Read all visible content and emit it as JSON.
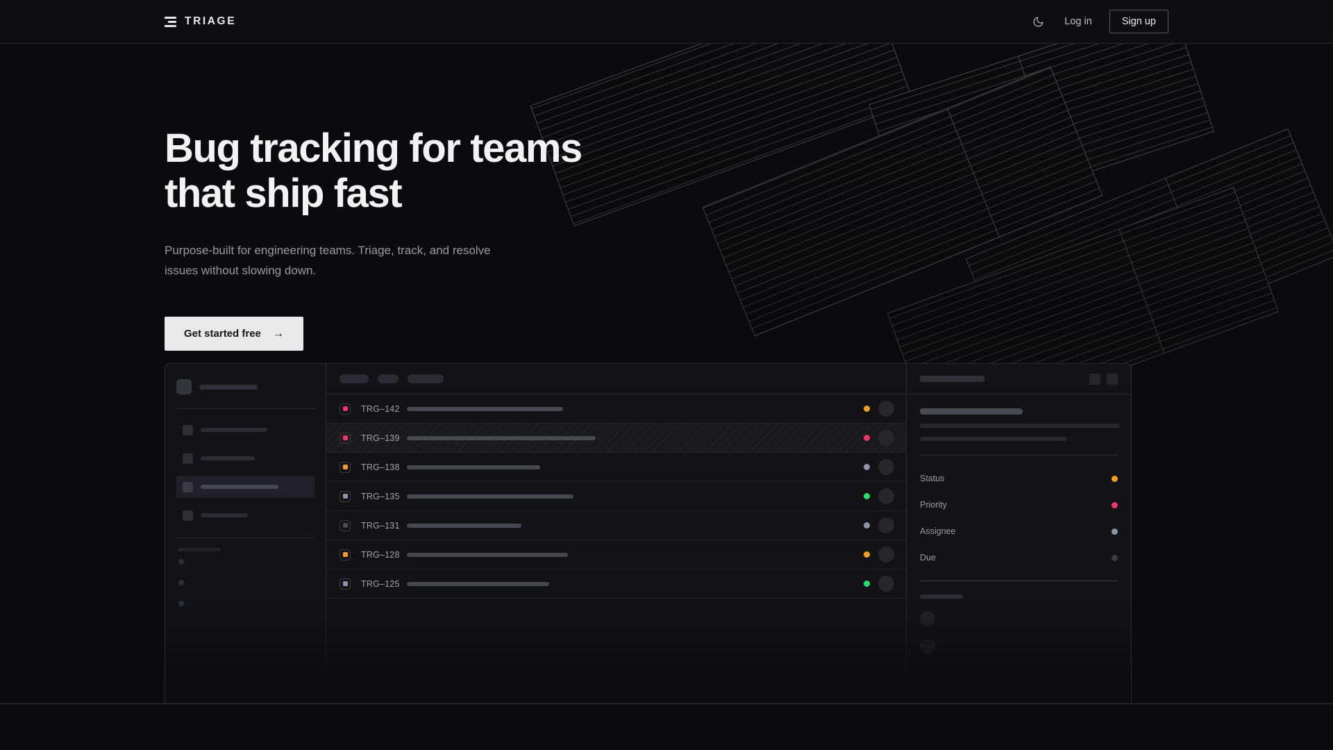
{
  "brand": {
    "name": "TRIAGE",
    "logo_icon": "stacked-bars-icon"
  },
  "nav": {
    "theme_toggle_icon": "moon-icon",
    "login_label": "Log in",
    "signup_label": "Sign up"
  },
  "hero": {
    "title_line1": "Bug tracking for teams",
    "title_line2": "that ship fast",
    "subtitle": "Purpose-built for engineering teams. Triage, track, and resolve issues without slowing down.",
    "cta_label": "Get started free",
    "cta_arrow": "→"
  },
  "colors": {
    "background": "#0b0b0d",
    "surface": "#131316",
    "border": "#2b2b2f",
    "text_primary": "#f2f2f3",
    "text_muted": "#9a9aa0",
    "accent_button": "#e9e9ea",
    "status_amber": "#f0a01e",
    "status_pink": "#f0336b",
    "status_slate": "#8a97ab",
    "status_green": "#20e070",
    "status_dim": "#3a3a40"
  },
  "mockup": {
    "sidebar": {
      "workspace_placeholder": true,
      "nav_items": [
        {
          "name": "nav-item-1",
          "width": 96,
          "active": false
        },
        {
          "name": "nav-item-2",
          "width": 78,
          "active": false
        },
        {
          "name": "nav-item-3",
          "width": 112,
          "active": true
        },
        {
          "name": "nav-item-4",
          "width": 68,
          "active": false
        }
      ],
      "section_label_placeholder": true,
      "sub_items": [
        {
          "name": "sub-item-1"
        },
        {
          "name": "sub-item-2"
        },
        {
          "name": "sub-item-3"
        }
      ]
    },
    "list": {
      "toolbar_chips": [
        {
          "name": "filter-chip-1",
          "width": 42
        },
        {
          "name": "filter-chip-2",
          "width": 30
        },
        {
          "name": "filter-chip-3",
          "width": 52
        }
      ],
      "columns": [
        "priority",
        "key",
        "title",
        "status",
        "assignee"
      ],
      "rows": [
        {
          "key": "TRG–142",
          "priority_color": "#f0336b",
          "title_width": 225,
          "status_color": "#f0a01e",
          "selected": false
        },
        {
          "key": "TRG–139",
          "priority_color": "#f0336b",
          "title_width": 272,
          "status_color": "#f0336b",
          "selected": true
        },
        {
          "key": "TRG–138",
          "priority_color": "#f0a01e",
          "title_width": 192,
          "status_color": "#8a97ab",
          "selected": false
        },
        {
          "key": "TRG–135",
          "priority_color": "#8a97ab",
          "title_width": 240,
          "status_color": "#20e070",
          "selected": false
        },
        {
          "key": "TRG–131",
          "priority_color": "#4a4a52",
          "title_width": 165,
          "status_color": "#8a97ab",
          "selected": false
        },
        {
          "key": "TRG–128",
          "priority_color": "#f0a01e",
          "title_width": 232,
          "status_color": "#f0a01e",
          "selected": false
        },
        {
          "key": "TRG–125",
          "priority_color": "#8a97ab",
          "title_width": 205,
          "status_color": "#20e070",
          "selected": false
        }
      ]
    },
    "detail": {
      "header_placeholder": true,
      "header_buttons": [
        "detail-action-1",
        "detail-action-2"
      ],
      "title_placeholder": true,
      "body_lines": [
        288,
        212
      ],
      "meta": [
        {
          "label": "Status",
          "dot_color": "#f0a01e"
        },
        {
          "label": "Priority",
          "dot_color": "#f0336b"
        },
        {
          "label": "Assignee",
          "dot_color": "#8a97ab"
        },
        {
          "label": "Due",
          "dot_color": "#3a3a40"
        }
      ],
      "activity_label_placeholder": true,
      "activity_avatars": 2
    }
  }
}
